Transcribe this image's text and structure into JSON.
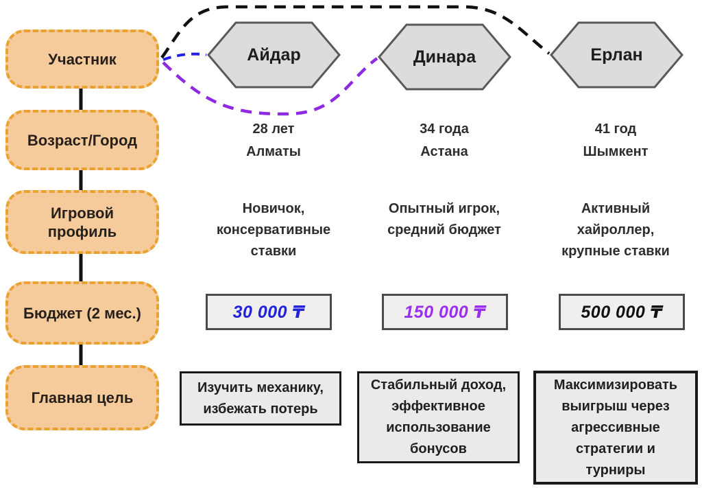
{
  "diagram": {
    "left_column": {
      "items": [
        {
          "label": "Участник"
        },
        {
          "label": "Возраст/Город"
        },
        {
          "label": "Игровой профиль"
        },
        {
          "label": "Бюджет (2 мес.)"
        },
        {
          "label": "Главная цель"
        }
      ]
    },
    "participants": [
      {
        "name": "Айдар",
        "age": "28 лет",
        "city": "Алматы",
        "profile": "Новичок,\nконсервативные\nставки",
        "budget": "30 000 ₸",
        "budget_color": "#2222d8",
        "goal": "Изучить механику,\nизбежать потерь"
      },
      {
        "name": "Динара",
        "age": "34 года",
        "city": "Астана",
        "profile": "Опытный игрок,\nсредний бюджет",
        "budget": "150 000 ₸",
        "budget_color": "#9b2ff0",
        "goal": "Стабильный доход,\nэффективное\nиспользование\nбонусов"
      },
      {
        "name": "Ерлан",
        "age": "41 год",
        "city": "Шымкент",
        "profile": "Активный\nхайроллер,\nкрупные ставки",
        "budget": "500 000 ₸",
        "budget_color": "#111111",
        "goal": "Максимизировать\nвыигрыш через\nагрессивные\nстратегии и\nтурниры"
      }
    ],
    "connector_colors": {
      "black": "#111111",
      "blue": "#2222e0",
      "purple": "#8e2be2",
      "tree_line": "#111111"
    },
    "palette": {
      "attribute_fill": "#f6cb9b",
      "attribute_border": "#e9a12f",
      "hexagon_fill": "#dcdcdc",
      "hexagon_border": "#595959",
      "budget_box_fill": "#f0efee",
      "budget_box_border": "#4a4a4a",
      "goal_box_fill": "#eaeaea",
      "goal_box_border": "#1a1a1a"
    }
  }
}
